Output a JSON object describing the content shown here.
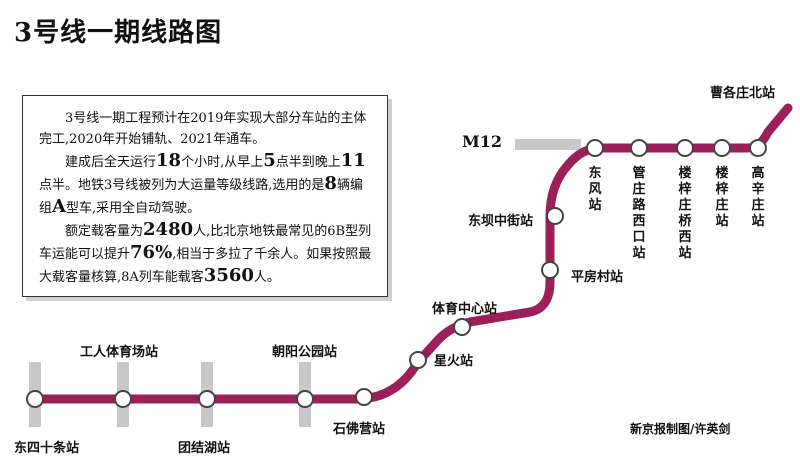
{
  "title": "3号线一期线路图",
  "info": {
    "p1": "3号线一期工程预计在2019年实现大部分车站的主体完工,2020年开始铺轨、2021年通车。",
    "p2_a": "建成后全天运行",
    "p2_hours": "18",
    "p2_b": "个小时,从早上",
    "p2_start": "5",
    "p2_c": "点半到晚上",
    "p2_end": "11",
    "p2_d": "点半。地铁3号线被列为大运量等级线路,选用的是",
    "p2_cars": "8",
    "p2_e": "辆编组",
    "p2_type": "A",
    "p2_f": "型车,采用全自动驾驶。",
    "p3_a": "额定载客量为",
    "p3_cap": "2480",
    "p3_b": "人,比北京地铁最常见的6B型列车运能可以提升",
    "p3_pct": "76%",
    "p3_c": ",相当于多拉了千余人。如果按照最大载客量核算,8A列车能载客",
    "p3_max": "3560",
    "p3_d": "人。"
  },
  "line": {
    "color": "#9c1f5a",
    "transfer_color": "#c9c9c9"
  },
  "transfer_label": "M12",
  "stations": {
    "dongsishitiao": "东四十条站",
    "gongrentiyuchang": "工人体育场站",
    "tuanjiehu": "团结湖站",
    "chaoyanggongyuan": "朝阳公园站",
    "shifoying": "石佛营站",
    "xinghuo": "星火站",
    "tiyuzhongxin": "体育中心站",
    "pingfangcun": "平房村站",
    "dongbazhongjie": "东坝中街站",
    "dongfeng": "东风站",
    "guanzhuanglu": "管庄路西口站",
    "louziqiao": "楼梓庄桥西站",
    "louzizhuang": "楼梓庄站",
    "gaoxinzhuang": "高辛庄站",
    "caogezhuangbei": "曹各庄北站"
  },
  "credit": "新京报制图/许英剑"
}
